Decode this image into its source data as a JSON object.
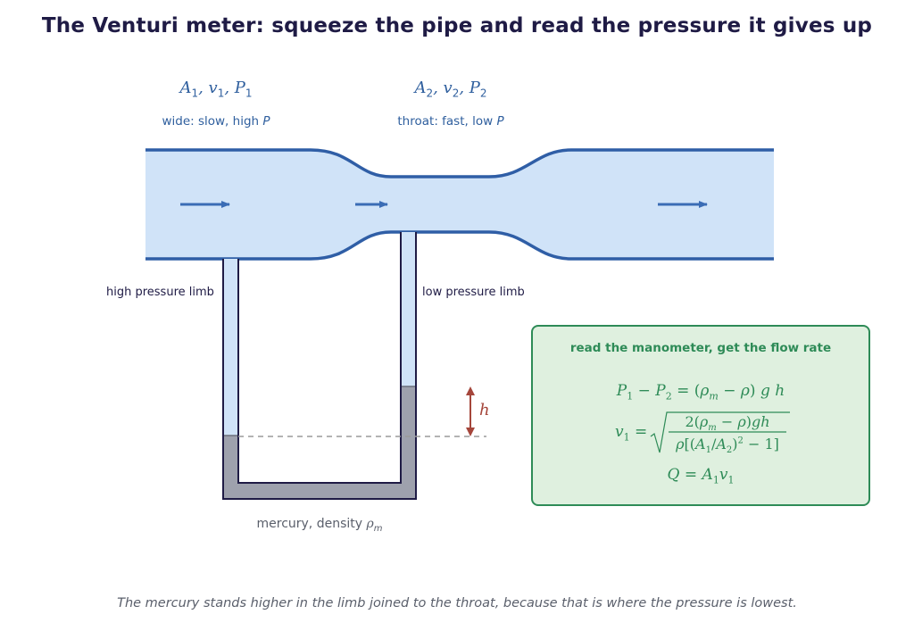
{
  "title": "The Venturi meter: squeeze the pipe and read the pressure it gives up",
  "inlet": {
    "vars": "A₁, v₁, P₁",
    "description": "wide: slow, high P"
  },
  "throat": {
    "vars": "A₂, v₂, P₂",
    "description": "throat: fast, low P"
  },
  "limbs": {
    "high": "high pressure limb",
    "low": "low pressure limb"
  },
  "manometer": {
    "fluid_label": "mercury, density ρm",
    "height_label": "h"
  },
  "panel": {
    "title": "read the manometer, get the flow rate",
    "eq1": "P₁ − P₂ = (ρm − ρ) g h",
    "eq2_lhs": "v₁ =",
    "eq2_num": "2(ρm − ρ)gh",
    "eq2_den": "ρ[(A₁/A₂)² − 1]",
    "eq3": "Q = A₁v₁"
  },
  "caption": "The mercury stands higher in the limb joined to the throat, because that is where the pressure is lowest.",
  "colors": {
    "pipe_fill": "#d0e3f8",
    "pipe_stroke": "#2f5ea6",
    "mercury": "#9ea1ad",
    "panel_border": "#2e8b57",
    "panel_fill": "#dff0df",
    "height_arrow": "#a5463b"
  }
}
